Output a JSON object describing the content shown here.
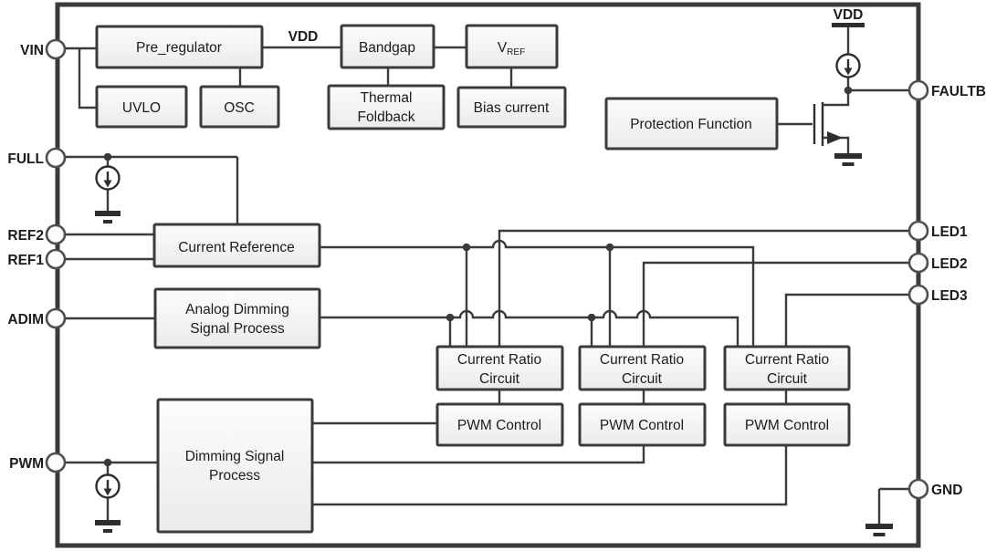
{
  "diagram_type": "IC functional block diagram",
  "colors": {
    "wire": "#3b3b3b",
    "block_border": "#3b3b3b",
    "block_fill_top": "#fcfcfc",
    "block_fill_bottom": "#ebebeb",
    "pin_stroke": "#4f4f4f",
    "pin_fill": "#fbfbfb",
    "text": "#1c1c1c",
    "background": "#ffffff"
  },
  "pins": {
    "left": [
      "VIN",
      "FULL",
      "REF2",
      "REF1",
      "ADIM",
      "PWM"
    ],
    "right": [
      "FAULTB",
      "LED1",
      "LED2",
      "LED3",
      "GND"
    ]
  },
  "labels": {
    "vdd_internal": "VDD",
    "vdd_supply": "VDD"
  },
  "blocks": {
    "pre_regulator": "Pre_regulator",
    "uvlo": "UVLO",
    "osc": "OSC",
    "bandgap": "Bandgap",
    "vref_main": "V",
    "vref_sub": "REF",
    "thermal_foldback": [
      "Thermal",
      "Foldback"
    ],
    "bias_current": "Bias current",
    "protection_function": "Protection Function",
    "current_reference": "Current Reference",
    "analog_dimming": [
      "Analog Dimming",
      "Signal Process"
    ],
    "dimming_signal": [
      "Dimming Signal",
      "Process"
    ],
    "current_ratio": [
      "Current Ratio",
      "Circuit"
    ],
    "pwm_control": "PWM Control"
  },
  "icons": {
    "current_source": "current-source-icon",
    "ground": "ground-icon",
    "nmos": "nmos-transistor-icon",
    "supply_rail": "vdd-rail-icon"
  }
}
